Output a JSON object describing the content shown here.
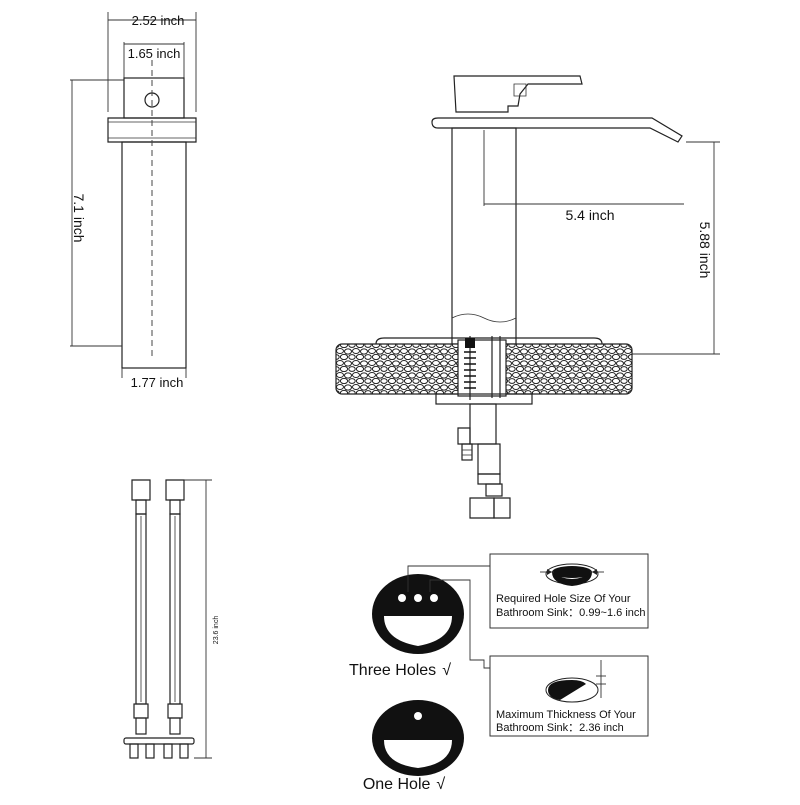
{
  "dimensions": {
    "top_width": "2.52 inch",
    "inner_width": "1.65 inch",
    "height": "7.1 inch",
    "base_width": "1.77 inch",
    "spout_reach": "5.4 inch",
    "spout_height": "5.88 inch",
    "hose_length": "23.6 inch"
  },
  "hole_notes": {
    "required_size": "Required Hole Size Of Your Bathroom Sink：0.99~1.6 inch",
    "required_size_line1": "Required Hole Size Of Your",
    "required_size_line2": "Bathroom Sink：0.99~1.6 inch",
    "max_thickness_line1": "Maximum Thickness Of Your",
    "max_thickness_line2": "Bathroom Sink：2.36 inch"
  },
  "sink_options": {
    "three_holes": "Three Holes",
    "one_hole": "One Hole",
    "check_mark": "√"
  },
  "colors": {
    "line": "#222222",
    "fill_dark": "#111111",
    "background": "#ffffff"
  }
}
